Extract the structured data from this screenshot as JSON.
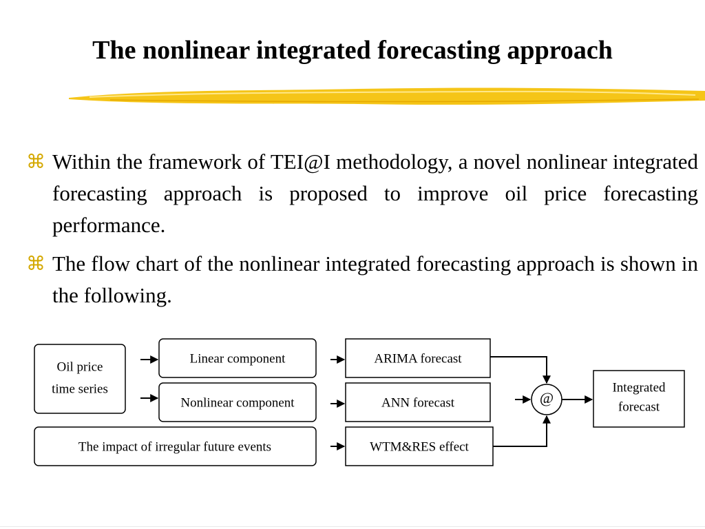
{
  "slide": {
    "title": "The nonlinear integrated forecasting approach",
    "bullet_icon": "command-key-icon",
    "bullet_icon_color": "#d4a800",
    "bullets": [
      "Within the framework of TEI@I methodology, a novel nonlinear integrated forecasting approach is proposed to improve oil price forecasting performance.",
      "The flow chart of the nonlinear integrated forecasting approach is shown in the following."
    ]
  },
  "diagram": {
    "input_line1": "Oil price",
    "input_line2": "time series",
    "linear": "Linear component",
    "nonlinear": "Nonlinear component",
    "impact": "The impact of irregular future events",
    "arima": "ARIMA forecast",
    "ann": "ANN forecast",
    "wtm": "WTM&RES effect",
    "combiner": "@",
    "output_line1": "Integrated",
    "output_line2": "forecast"
  },
  "colors": {
    "accent_yellow": "#f5c518",
    "bullet": "#d4a800"
  }
}
